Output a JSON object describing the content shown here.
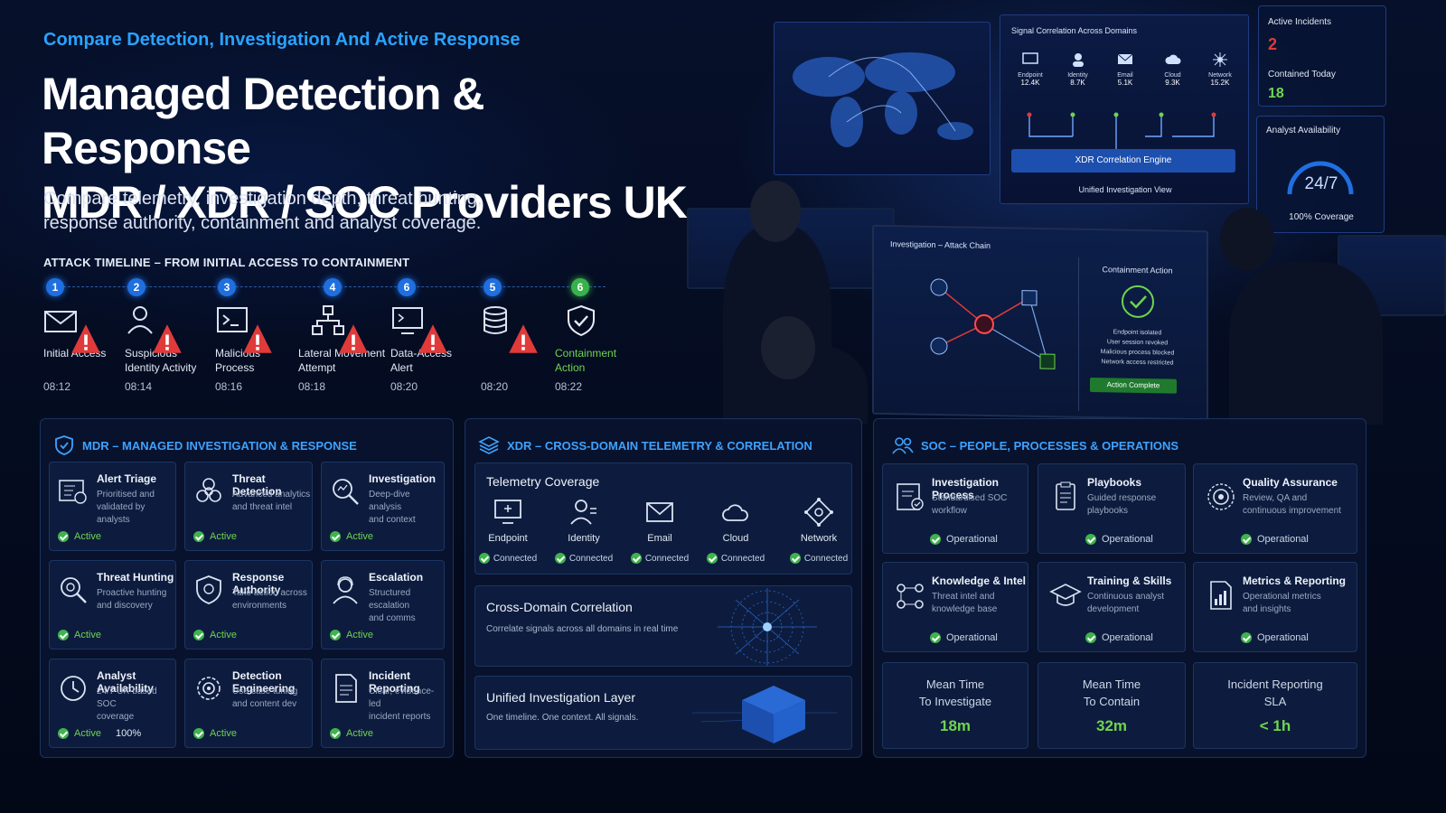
{
  "header": {
    "sublabel": "Compare Detection, Investigation And Active Response",
    "title_line1": "Managed Detection & Response",
    "title_line2": "MDR / XDR / SOC Providers UK",
    "description_line1": "Compare telemetry, investigation depth, threat hunting,",
    "description_line2": "response authority, containment and analyst coverage."
  },
  "timeline": {
    "title": "ATTACK TIMELINE – FROM INITIAL ACCESS TO CONTAINMENT",
    "steps": [
      {
        "num": "1",
        "l1": "Initial Access",
        "l2": "",
        "time": "08:12",
        "icon": "mail-icon"
      },
      {
        "num": "2",
        "l1": "Suspicious",
        "l2": "Identity Activity",
        "time": "08:14",
        "icon": "user-icon"
      },
      {
        "num": "3",
        "l1": "Malicious",
        "l2": "Process",
        "time": "08:16",
        "icon": "terminal-icon"
      },
      {
        "num": "4",
        "l1": "Lateral Movement",
        "l2": "Attempt",
        "time": "08:18",
        "icon": "network-tree-icon"
      },
      {
        "num": "6",
        "l1": "Data-Access",
        "l2": "Alert",
        "time": "08:20",
        "icon": "monitor-icon"
      },
      {
        "num": "5",
        "l1": "",
        "l2": "",
        "time": "08:20",
        "icon": "database-icon"
      },
      {
        "num": "6",
        "l1": "Containment",
        "l2": "Action",
        "time": "08:22",
        "icon": "shield-check-icon"
      }
    ]
  },
  "mdr": {
    "title": "MDR – MANAGED INVESTIGATION & RESPONSE",
    "cards": [
      {
        "t": "Alert Triage",
        "d1": "Prioritised and",
        "d2": "validated by analysts",
        "s": "Active",
        "extra": ""
      },
      {
        "t": "Threat Detection",
        "d1": "Advanced analytics",
        "d2": "and threat intel",
        "s": "Active",
        "extra": ""
      },
      {
        "t": "Investigation",
        "d1": "Deep-dive analysis",
        "d2": "and context",
        "s": "Active",
        "extra": ""
      },
      {
        "t": "Threat Hunting",
        "d1": "Proactive hunting",
        "d2": "and discovery",
        "s": "Active",
        "extra": ""
      },
      {
        "t": "Response Authority",
        "d1": "Take action across",
        "d2": "environments",
        "s": "Active",
        "extra": ""
      },
      {
        "t": "Escalation",
        "d1": "Structured escalation",
        "d2": "and comms",
        "s": "Active",
        "extra": ""
      },
      {
        "t": "Analyst Availability",
        "d1": "24/7 UK-based SOC",
        "d2": "coverage",
        "s": "Active",
        "extra": "100%"
      },
      {
        "t": "Detection Engineering",
        "d1": "Use-case tuning",
        "d2": "and content dev",
        "s": "Active",
        "extra": ""
      },
      {
        "t": "Incident Reporting",
        "d1": "Clear, evidence-led",
        "d2": "incident reports",
        "s": "Active",
        "extra": ""
      }
    ]
  },
  "xdr": {
    "title": "XDR – CROSS-DOMAIN TELEMETRY & CORRELATION",
    "telemetry_title": "Telemetry Coverage",
    "telemetry": [
      {
        "n": "Endpoint",
        "c": "Connected"
      },
      {
        "n": "Identity",
        "c": "Connected"
      },
      {
        "n": "Email",
        "c": "Connected"
      },
      {
        "n": "Cloud",
        "c": "Connected"
      },
      {
        "n": "Network",
        "c": "Connected"
      }
    ],
    "correlation_title": "Cross-Domain Correlation",
    "correlation_desc": "Correlate signals across all domains in real time",
    "unified_title": "Unified Investigation Layer",
    "unified_desc": "One timeline. One context. All signals."
  },
  "soc": {
    "title": "SOC – PEOPLE, PROCESSES & OPERATIONS",
    "cards": [
      {
        "t": "Investigation Process",
        "d1": "Standardised SOC",
        "d2": "workflow",
        "s": "Operational"
      },
      {
        "t": "Playbooks",
        "d1": "Guided response",
        "d2": "playbooks",
        "s": "Operational"
      },
      {
        "t": "Quality Assurance",
        "d1": "Review, QA and",
        "d2": "continuous improvement",
        "s": "Operational"
      },
      {
        "t": "Knowledge & Intel",
        "d1": "Threat intel and",
        "d2": "knowledge base",
        "s": "Operational"
      },
      {
        "t": "Training & Skills",
        "d1": "Continuous analyst",
        "d2": "development",
        "s": "Operational"
      },
      {
        "t": "Metrics & Reporting",
        "d1": "Operational metrics",
        "d2": "and insights",
        "s": "Operational"
      }
    ],
    "metrics": [
      {
        "l1": "Mean Time",
        "l2": "To Investigate",
        "v": "18m"
      },
      {
        "l1": "Mean Time",
        "l2": "To Contain",
        "v": "32m"
      },
      {
        "l1": "Incident Reporting",
        "l2": "SLA",
        "v": "< 1h"
      }
    ]
  },
  "scene": {
    "signal_title": "Signal Correlation Across Domains",
    "signals": [
      {
        "n": "Endpoint",
        "v": "12.4K"
      },
      {
        "n": "Identity",
        "v": "8.7K"
      },
      {
        "n": "Email",
        "v": "5.1K"
      },
      {
        "n": "Cloud",
        "v": "9.3K"
      },
      {
        "n": "Network",
        "v": "15.2K"
      }
    ],
    "engine": "XDR Correlation Engine",
    "unified": "Unified Investigation View",
    "active_incidents_label": "Active Incidents",
    "active_incidents": "2",
    "contained_label": "Contained Today",
    "contained": "18",
    "availability_label": "Analyst Availability",
    "availability": "24/7",
    "coverage": "100% Coverage",
    "attack_chain_title": "Investigation – Attack Chain",
    "containment_title": "Containment Action",
    "containment_items": [
      "Endpoint isolated",
      "User session revoked",
      "Malicious process blocked",
      "Network access restricted"
    ],
    "action_complete": "Action Complete"
  },
  "colors": {
    "accent": "#29a3ff",
    "success": "#6fd44e",
    "alert": "#e03a3a"
  }
}
